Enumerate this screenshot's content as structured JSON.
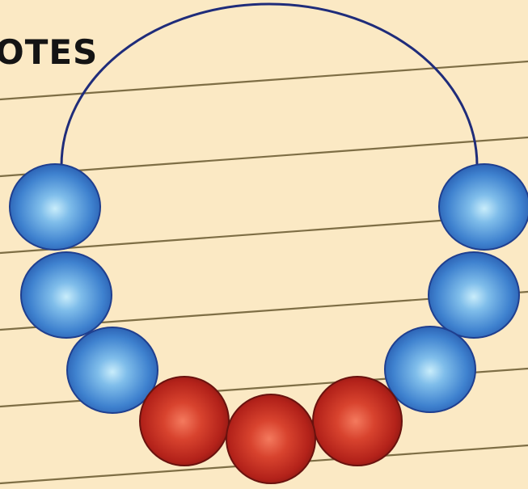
{
  "heading": {
    "text": "OTES"
  },
  "colors": {
    "paper": "#fbe9c4",
    "ruled_line": "#7e6e45",
    "wire": "#1f2c7a",
    "blue_bead": "#3a78c9",
    "red_bead": "#bf2419"
  },
  "bracelet": {
    "blue_bead_count": 6,
    "red_bead_count": 3
  }
}
